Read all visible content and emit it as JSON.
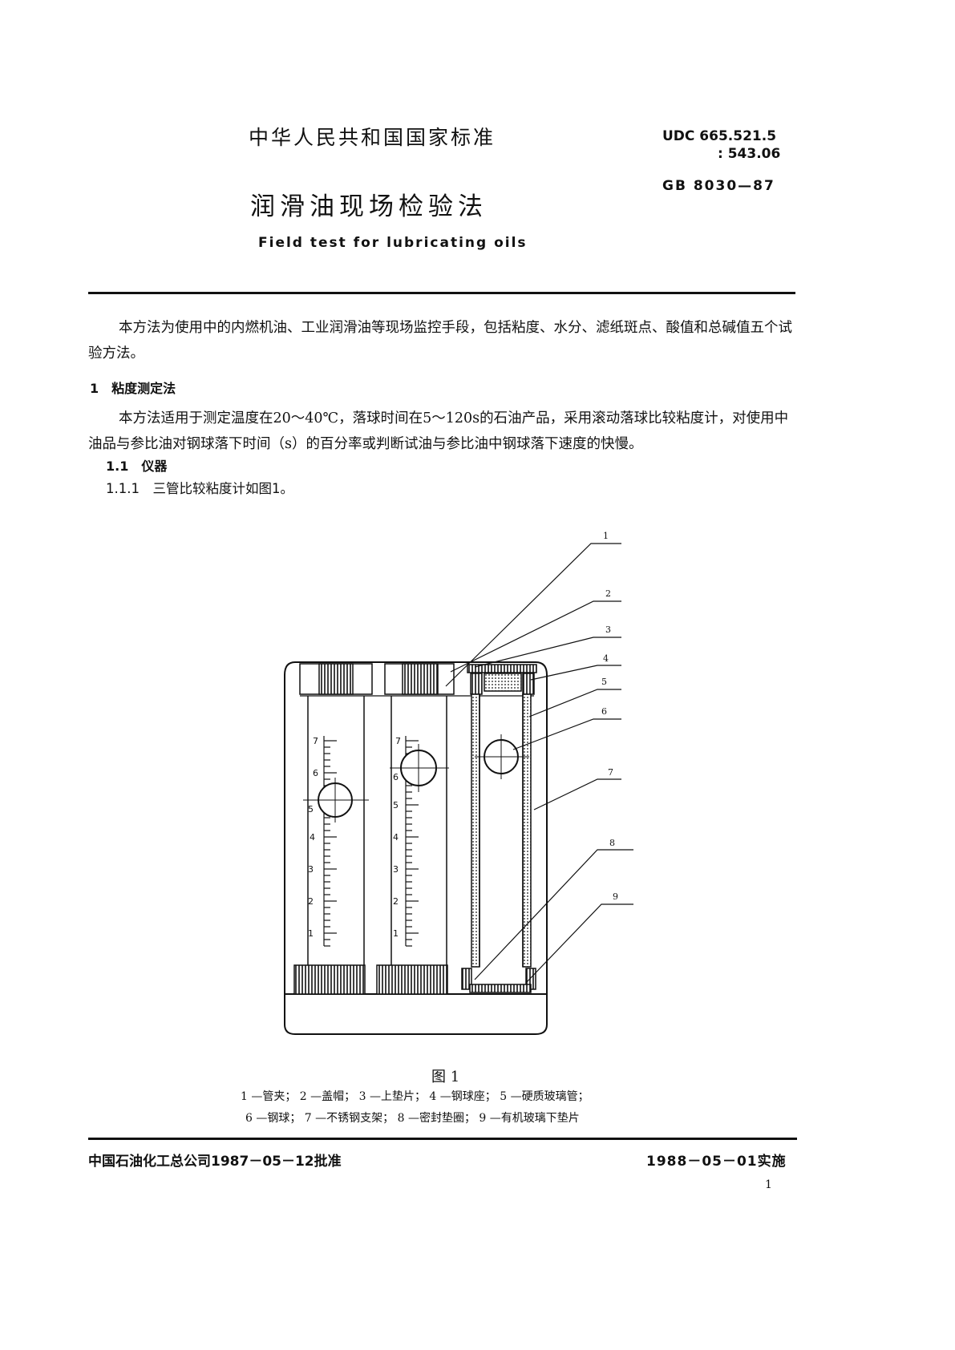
{
  "header": {
    "national_standard": "中华人民共和国国家标准",
    "udc_line1": "UDC 665.521.5",
    "udc_line2": ": 543.06",
    "title_cn": "润滑油现场检验法",
    "standard_no": "GB 8030—87",
    "title_en": "Field test for lubricating oils"
  },
  "body": {
    "intro": "本方法为使用中的内燃机油、工业润滑油等现场监控手段，包括粘度、水分、滤纸斑点、酸值和总碱值五个试验方法。",
    "section1_heading": "1　粘度测定法",
    "section1_text": "本方法适用于测定温度在20～40℃，落球时间在5～120s的石油产品，采用滚动落球比较粘度计，对使用中油品与参比油对钢球落下时间（s）的百分率或判断试油与参比油中钢球落下速度的快慢。",
    "sub11": "1.1　仪器",
    "sub111": "1.1.1　三管比较粘度计如图1。"
  },
  "figure": {
    "callouts": [
      "1",
      "2",
      "3",
      "4",
      "5",
      "6",
      "7",
      "8",
      "9"
    ],
    "scale_labels": [
      "7",
      "6",
      "5",
      "4",
      "3",
      "2",
      "1"
    ],
    "caption": "图 1",
    "legend_line1": "1 —管夹； 2 —盖帽； 3 —上垫片； 4 —钢球座； 5 —硬质玻璃管；",
    "legend_line2": "6 —钢球； 7 —不锈钢支架； 8 —密封垫圈； 9 —有机玻璃下垫片"
  },
  "footer": {
    "approval": "中国石油化工总公司1987－05－12批准",
    "effective": "1988－05－01实施",
    "page_number": "1"
  }
}
